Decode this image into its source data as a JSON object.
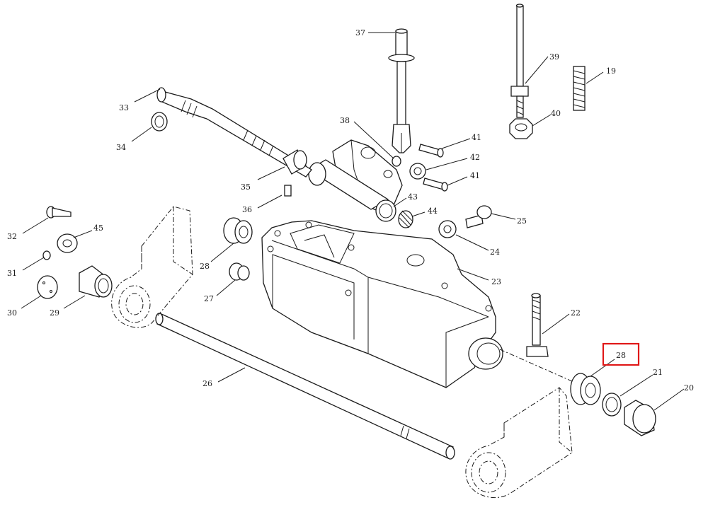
{
  "labels": {
    "p37": "37",
    "p38": "38",
    "p39": "39",
    "p40": "40",
    "p19": "19",
    "p33": "33",
    "p34": "34",
    "p35": "35",
    "p36": "36",
    "p41a": "41",
    "p42": "42",
    "p41b": "41",
    "p43": "43",
    "p44": "44",
    "p25": "25",
    "p24": "24",
    "p23": "23",
    "p32": "32",
    "p45": "45",
    "p31": "31",
    "p30": "30",
    "p29": "29",
    "p28a": "28",
    "p27": "27",
    "p22": "22",
    "p26": "26",
    "p28b": "28",
    "p21": "21",
    "p20": "20"
  },
  "highlight": {
    "label": "28",
    "color": "#e01818"
  },
  "colors": {
    "line": "#1a1a1a",
    "background": "#ffffff"
  }
}
